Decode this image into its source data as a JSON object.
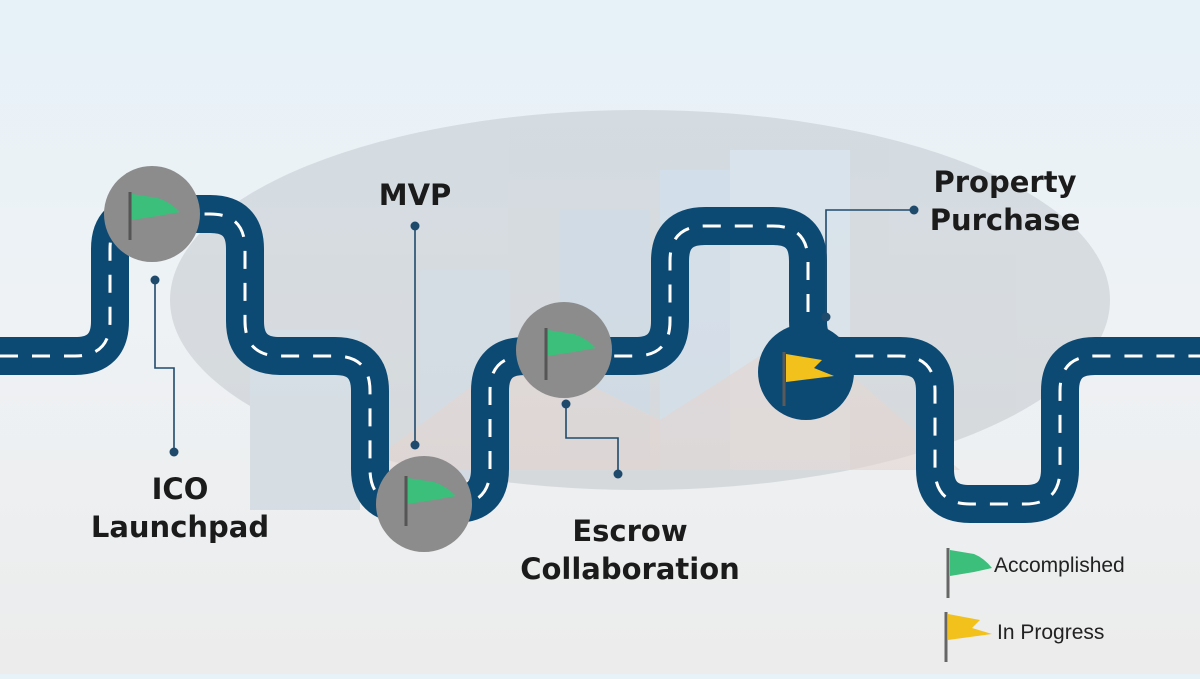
{
  "colors": {
    "road": "#0d4a73",
    "road_dash": "#ffffff",
    "connector": "#1f4a6c",
    "accomplished_flag": "#3bbf7b",
    "in_progress_flag": "#f2c11c",
    "accomplished_node": "#8c8c8c",
    "in_progress_node": "#0d4a73"
  },
  "milestones": [
    {
      "id": "ico",
      "lines": [
        "ICO",
        "Launchpad"
      ],
      "status": "accomplished",
      "icon": "green-flag-icon"
    },
    {
      "id": "mvp",
      "lines": [
        "MVP"
      ],
      "status": "accomplished",
      "icon": "green-flag-icon"
    },
    {
      "id": "escrow",
      "lines": [
        "Escrow",
        "Collaboration"
      ],
      "status": "accomplished",
      "icon": "green-flag-icon"
    },
    {
      "id": "property",
      "lines": [
        "Property",
        "Purchase"
      ],
      "status": "in_progress",
      "icon": "yellow-flag-icon"
    }
  ],
  "legend": [
    {
      "label": "Accomplished",
      "status": "accomplished",
      "icon": "green-flag-icon"
    },
    {
      "label": "In Progress",
      "status": "in_progress",
      "icon": "yellow-flag-icon"
    }
  ]
}
